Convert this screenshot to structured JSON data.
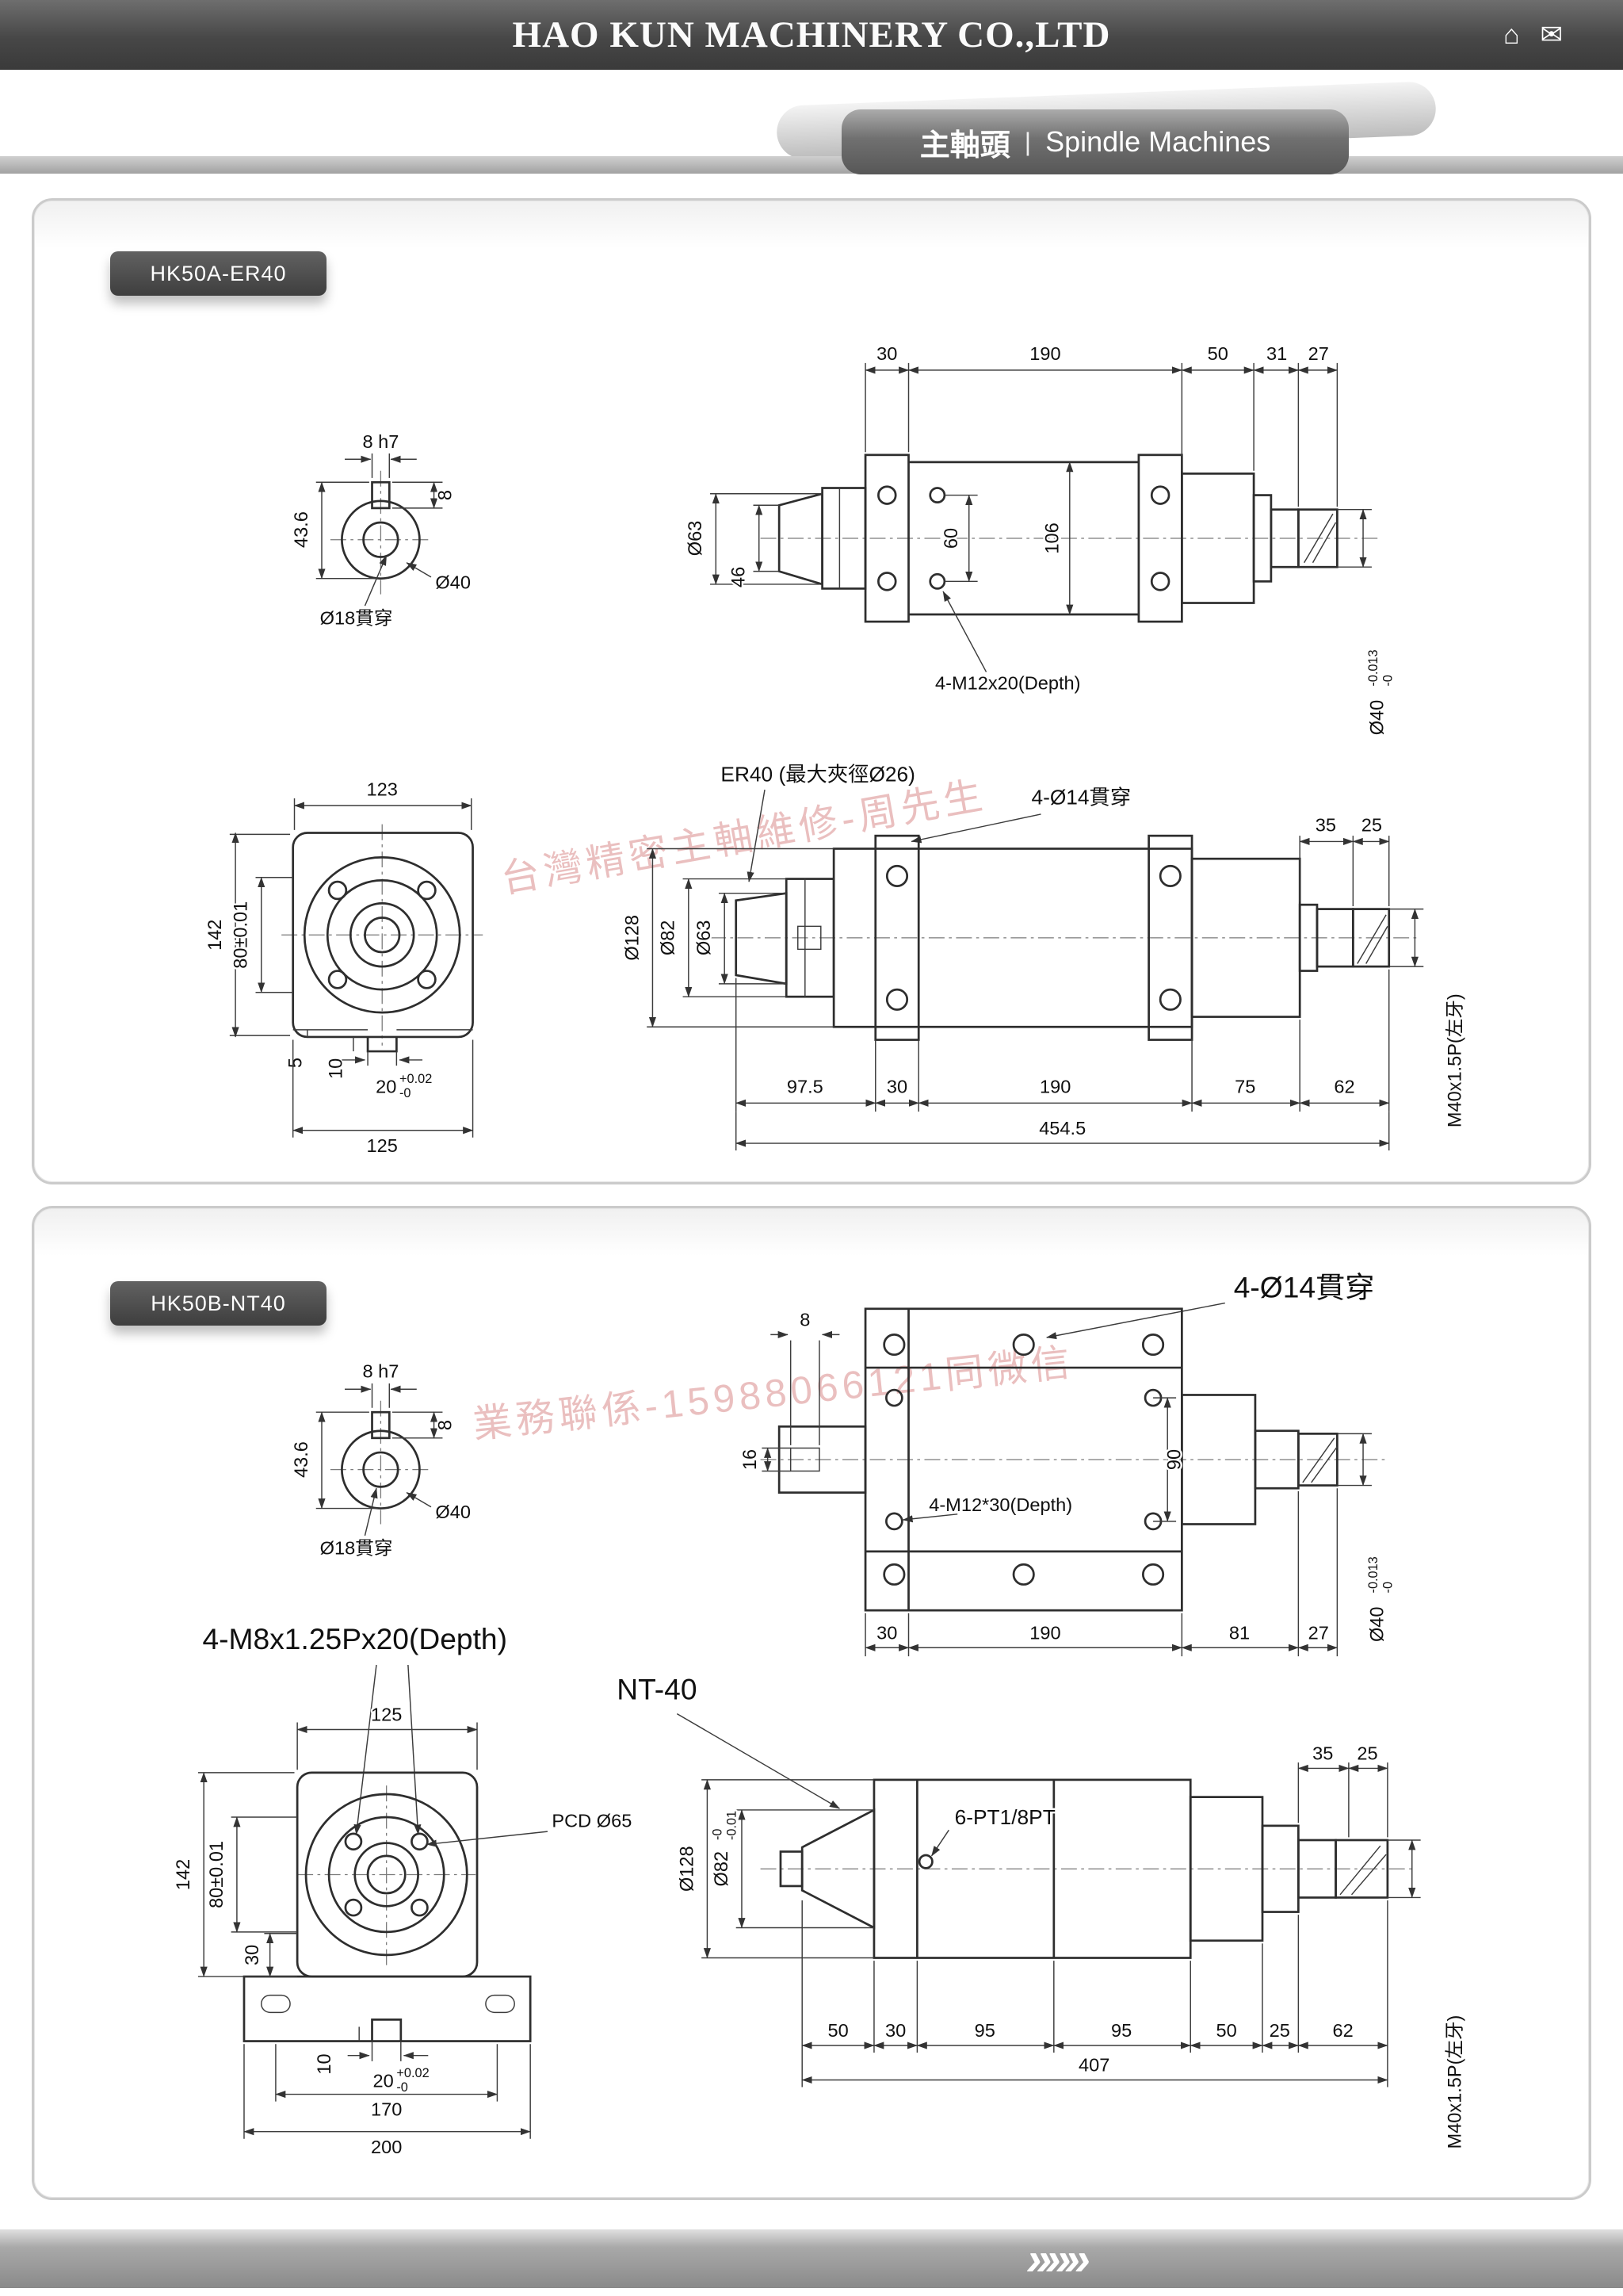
{
  "header": {
    "company": "HAO KUN MACHINERY CO.,LTD",
    "home_icon": "⌂",
    "mail_icon": "✉",
    "tab_zh": "主軸頭",
    "tab_sep": "|",
    "tab_en": "Spindle Machines"
  },
  "watermarks": {
    "panel1": "台灣精密主軸維修-周先生",
    "panel2": "業務聯係-15988066121同微信"
  },
  "footer": {
    "arrows": "»»»"
  },
  "panel1": {
    "model": "HK50A-ER40",
    "key_view": {
      "key_w": "8 h7",
      "key_h": "8",
      "height": "43.6",
      "dia": "Ø40",
      "bore": "Ø18貫穿"
    },
    "top_view": {
      "d30": "30",
      "d190": "190",
      "d50": "50",
      "d31": "31",
      "d27": "27",
      "dia63": "Ø63",
      "d46": "46",
      "d60": "60",
      "d106": "106",
      "bolt": "4-M12x20(Depth)",
      "shaft": "Ø40",
      "shaft_tol_u": "-0.013",
      "shaft_tol_l": "-0"
    },
    "front_view": {
      "w123": "123",
      "h142": "142",
      "c80": "80±0.01",
      "d5": "5",
      "d10": "10",
      "d20": "20",
      "d20u": "+0.02",
      "d20l": "-0",
      "w125": "125"
    },
    "side_view": {
      "collet": "ER40 (最大夾徑Ø26)",
      "holes": "4-Ø14貫穿",
      "d35": "35",
      "d25": "25",
      "dia128": "Ø128",
      "dia82": "Ø82",
      "dia63": "Ø63",
      "d97_5": "97.5",
      "d30": "30",
      "d190": "190",
      "d75": "75",
      "d62": "62",
      "total": "454.5",
      "thread": "M40x1.5P(左牙)"
    }
  },
  "panel2": {
    "model": "HK50B-NT40",
    "holes": "4-Ø14貫穿",
    "key_view": {
      "key_w": "8 h7",
      "key_h": "8",
      "height": "43.6",
      "dia": "Ø40",
      "bore": "Ø18貫穿"
    },
    "top_view": {
      "d8": "8",
      "d16": "16",
      "d90": "90",
      "bolt": "4-M12*30(Depth)",
      "d30": "30",
      "d190": "190",
      "d81": "81",
      "d27": "27",
      "shaft": "Ø40",
      "shaft_tol_u": "-0.013",
      "shaft_tol_l": "-0"
    },
    "bolt_label": "4-M8x1.25Px20(Depth)",
    "taper": "NT-40",
    "front_view": {
      "w125": "125",
      "pcd": "PCD Ø65",
      "h142": "142",
      "c80": "80±0.01",
      "d30": "30",
      "d10": "10",
      "d20": "20",
      "d20u": "+0.02",
      "d20l": "-0",
      "w170": "170",
      "w200": "200"
    },
    "side_view": {
      "ports": "6-PT1/8PT",
      "d35": "35",
      "d25": "25",
      "dia128": "Ø128",
      "dia82": "Ø82",
      "dia82_u": "-0",
      "dia82_l": "-0.01",
      "d50a": "50",
      "d30": "30",
      "d95a": "95",
      "d95b": "95",
      "d50b": "50",
      "d25b": "25",
      "d62": "62",
      "total": "407",
      "thread": "M40x1.5P(左牙)"
    }
  }
}
